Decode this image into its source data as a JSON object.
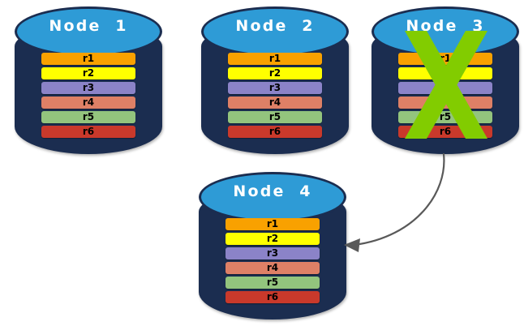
{
  "diagram": {
    "title_prefix": "Node",
    "row_label_prefix": "r",
    "colors": {
      "cylinder_body": "#1b2d50",
      "cylinder_top": "#2e9bd6",
      "x_mark": "#82cc00",
      "arrow": "#595959",
      "background": "#ffffff",
      "title_text": "#ffffff",
      "row_text": "#000000"
    },
    "row_colors": [
      "#f9a100",
      "#ffff00",
      "#8b83c8",
      "#de8066",
      "#93c47d",
      "#c9392b"
    ],
    "nodes": [
      {
        "id": "node-1",
        "label": "Node  1",
        "failed": false,
        "rows": [
          {
            "label": "r1",
            "color": "#f9a100"
          },
          {
            "label": "r2",
            "color": "#ffff00"
          },
          {
            "label": "r3",
            "color": "#8b83c8"
          },
          {
            "label": "r4",
            "color": "#de8066"
          },
          {
            "label": "r5",
            "color": "#93c47d"
          },
          {
            "label": "r6",
            "color": "#c9392b"
          }
        ]
      },
      {
        "id": "node-2",
        "label": "Node  2",
        "failed": false,
        "rows": [
          {
            "label": "r1",
            "color": "#f9a100"
          },
          {
            "label": "r2",
            "color": "#ffff00"
          },
          {
            "label": "r3",
            "color": "#8b83c8"
          },
          {
            "label": "r4",
            "color": "#de8066"
          },
          {
            "label": "r5",
            "color": "#93c47d"
          },
          {
            "label": "r6",
            "color": "#c9392b"
          }
        ]
      },
      {
        "id": "node-3",
        "label": "Node  3",
        "failed": true,
        "rows": [
          {
            "label": "r1",
            "color": "#f9a100"
          },
          {
            "label": "r2",
            "color": "#ffff00"
          },
          {
            "label": "r3",
            "color": "#8b83c8"
          },
          {
            "label": "r4",
            "color": "#de8066"
          },
          {
            "label": "r5",
            "color": "#93c47d"
          },
          {
            "label": "r6",
            "color": "#c9392b"
          }
        ]
      },
      {
        "id": "node-4",
        "label": "Node  4",
        "failed": false,
        "rows": [
          {
            "label": "r1",
            "color": "#f9a100"
          },
          {
            "label": "r2",
            "color": "#ffff00"
          },
          {
            "label": "r3",
            "color": "#8b83c8"
          },
          {
            "label": "r4",
            "color": "#de8066"
          },
          {
            "label": "r5",
            "color": "#93c47d"
          },
          {
            "label": "r6",
            "color": "#c9392b"
          }
        ]
      }
    ],
    "connector": {
      "from": "node-3",
      "to": "node-4",
      "style": "curved-arrow"
    }
  }
}
